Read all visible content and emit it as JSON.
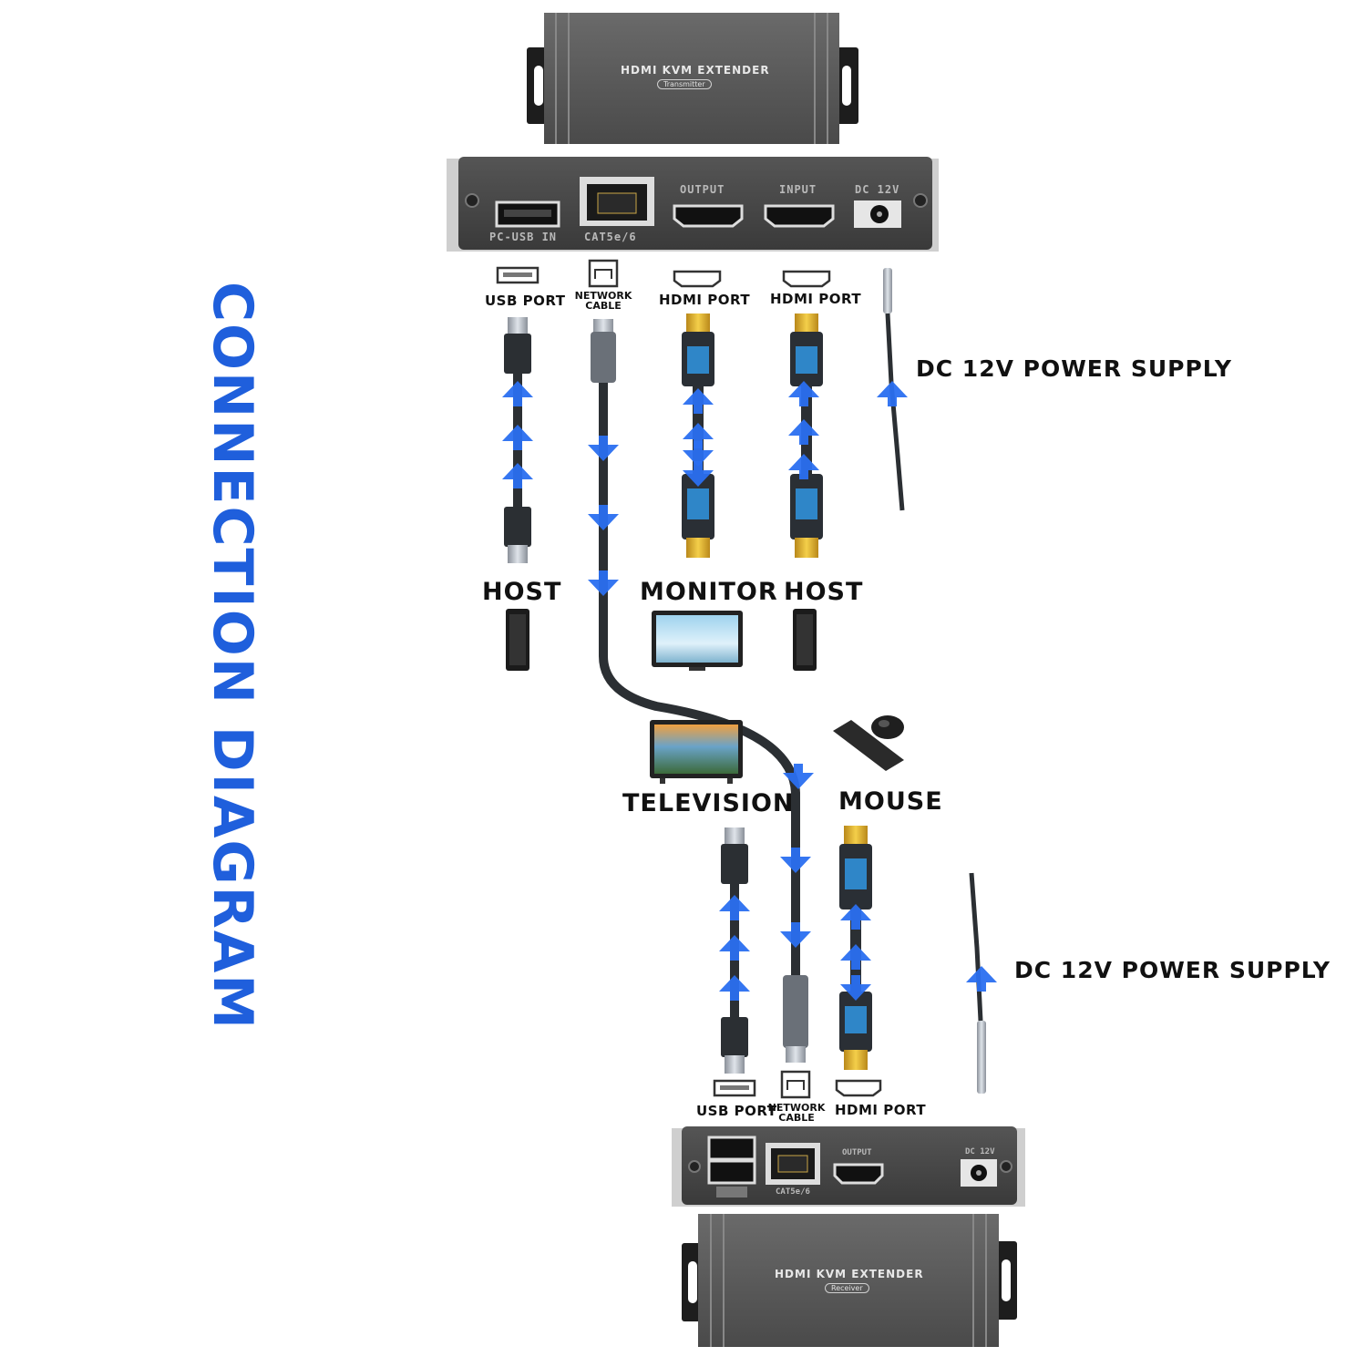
{
  "title": "CONNECTION DIAGRAM",
  "colors": {
    "accent": "#1f5fdc",
    "arrow": "#2a6ff0",
    "device": "#5c5c5c",
    "cable": "#2b2f33",
    "hdmi_blue": "#2f86c8",
    "gold": "#e3b21c"
  },
  "transmitter": {
    "brand": "HDMI KVM EXTENDER",
    "sub": "Transmitter",
    "ports": {
      "usb": "PC-USB IN",
      "lan": "CAT5e/6",
      "output": "OUTPUT",
      "input": "INPUT",
      "dc": "DC 12V"
    }
  },
  "receiver": {
    "brand": "HDMI KVM EXTENDER",
    "sub": "Receiver",
    "ports": {
      "lan": "CAT5e/6",
      "output": "OUTPUT",
      "dc": "DC 12V"
    }
  },
  "top_labels": {
    "usb_port": "USB PORT",
    "network_l1": "NETWORK",
    "network_l2": "CABLE",
    "hdmi_port_1": "HDMI PORT",
    "hdmi_port_2": "HDMI PORT",
    "power": "DC  12V POWER SUPPLY"
  },
  "devices": {
    "host_1": "HOST",
    "monitor": "MONITOR",
    "host_2": "HOST",
    "television": "TELEVISION",
    "mouse": "MOUSE"
  },
  "bottom_labels": {
    "usb_port": "USB PORT",
    "network_l1": "NETWORK",
    "network_l2": "CABLE",
    "hdmi_port": "HDMI PORT",
    "power": "DC  12V  POWER SUPPLY"
  }
}
